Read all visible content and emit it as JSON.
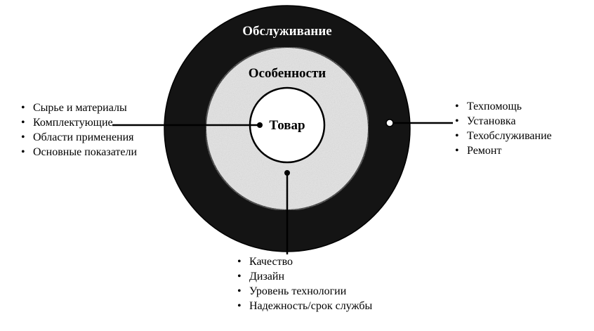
{
  "diagram": {
    "outer_ring_label": "Обслуживание",
    "middle_ring_label": "Особенности",
    "core_label": "Товар",
    "colors": {
      "outer_ring": "#141414",
      "middle_ring": "#e4e4e4",
      "core": "#ffffff",
      "lines": "#000000"
    }
  },
  "lists": {
    "left": [
      "Сырье и материалы",
      "Комплектующие",
      "Области применения",
      "Основные показатели"
    ],
    "right": [
      "Техпомощь",
      "Установка",
      "Техобслуживание",
      "Ремонт"
    ],
    "bottom": [
      "Качество",
      "Дизайн",
      "Уровень технологии",
      "Надежность/срок службы"
    ]
  }
}
